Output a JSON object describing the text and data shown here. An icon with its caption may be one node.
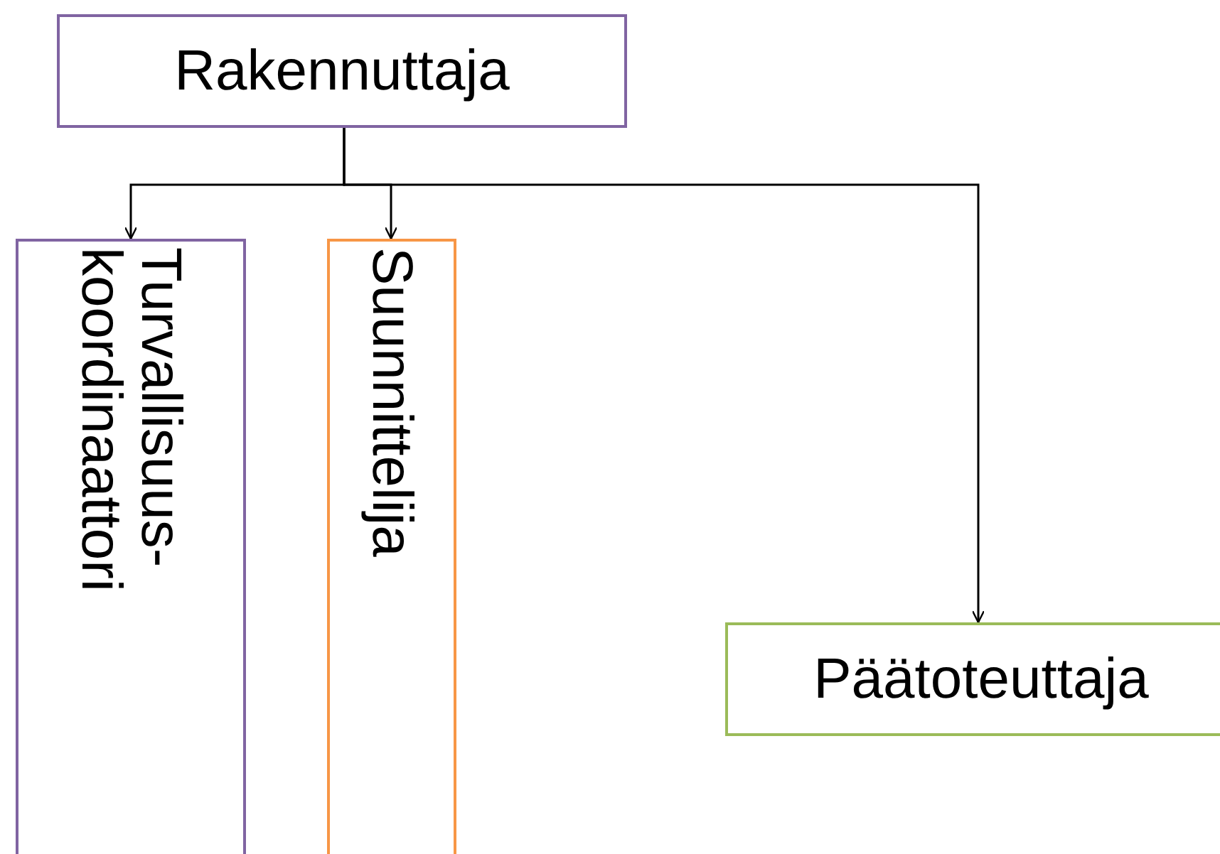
{
  "diagram": {
    "nodes": [
      {
        "text": [
          "Rakennuttaja"
        ]
      },
      {
        "text": [
          "Turvallisuus- koordinaattori"
        ]
      },
      {
        "text": [
          "Suunnittelija"
        ]
      },
      {
        "text": [
          "Päätoteuttaja"
        ]
      }
    ],
    "edges": [
      {
        "from": 0,
        "to": 1,
        "arrow": "to"
      },
      {
        "from": 0,
        "to": 2,
        "arrow": "to"
      },
      {
        "from": 0,
        "to": 3,
        "arrow": "to"
      }
    ]
  }
}
